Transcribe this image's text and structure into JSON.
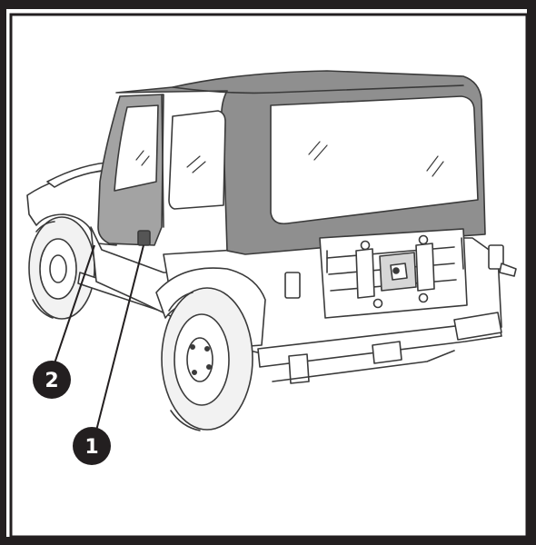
{
  "callouts": [
    {
      "number": "1",
      "target": "door-handle"
    },
    {
      "number": "2",
      "target": "door-front-edge"
    }
  ],
  "colors": {
    "frame": "#231f20",
    "top_fill": "#8f8f8f",
    "door_fill": "#a3a3a3",
    "window_fill": "#ffffff",
    "outline": "#3a3a3a",
    "body_fill": "#ffffff",
    "tire_fill": "#f2f2f2",
    "callout_fill": "#231f20"
  }
}
